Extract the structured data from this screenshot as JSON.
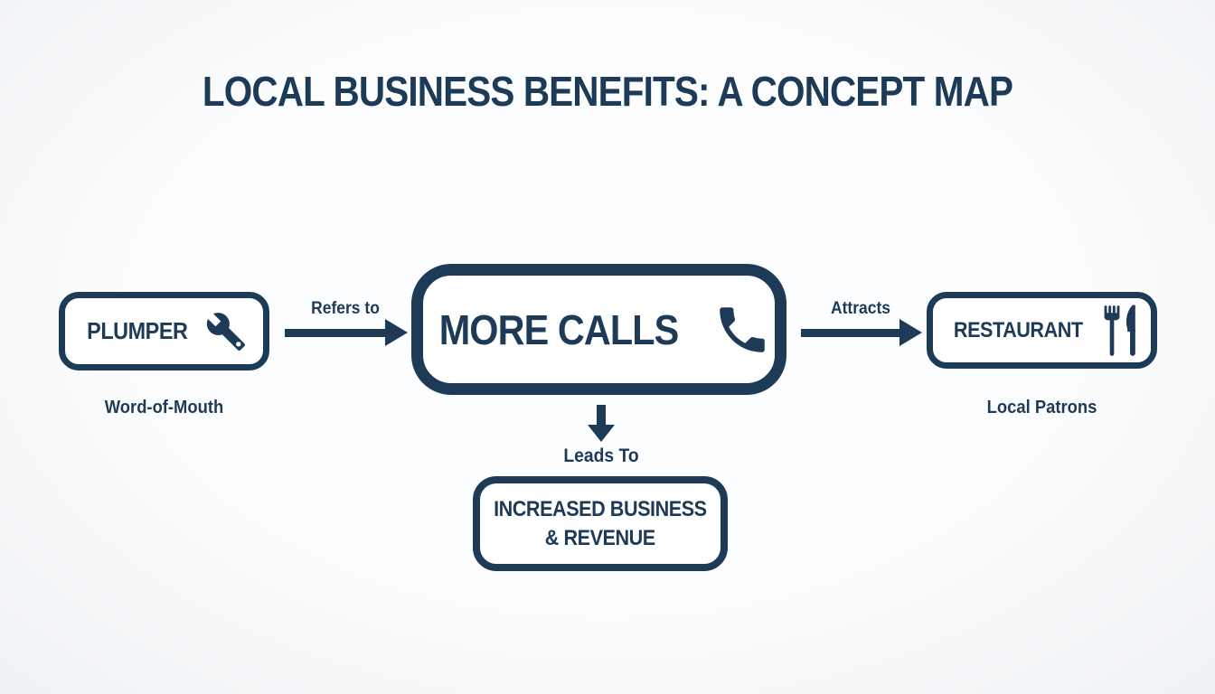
{
  "page": {
    "title": "LOCAL BUSINESS BENEFITS: A CONCEPT MAP"
  },
  "colors": {
    "navy": "#1d3a57",
    "background": "#f8fafc",
    "node_fill": "#ffffff"
  },
  "nodes": {
    "plumber": {
      "label": "PLUMPER",
      "icon": "wrench-icon",
      "sublabel": "Word-of-Mouth"
    },
    "more_calls": {
      "label": "MORE CALLS",
      "icon": "phone-icon"
    },
    "restaurant": {
      "label": "RESTAURANT",
      "icon": "utensils-icon",
      "sublabel": "Local Patrons"
    },
    "outcome": {
      "label_line1": "INCREASED BUSINESS",
      "label_line2": "& REVENUE"
    }
  },
  "edges": {
    "refers_to": {
      "label": "Refers to"
    },
    "attracts": {
      "label": "Attracts"
    },
    "leads_to": {
      "label": "Leads To"
    }
  }
}
